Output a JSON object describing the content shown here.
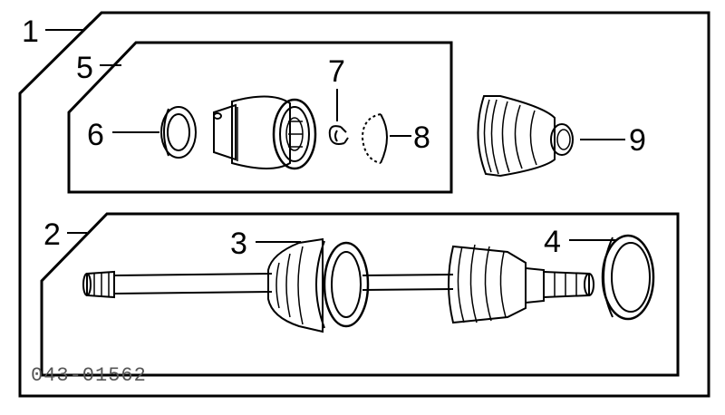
{
  "diagram": {
    "part_code": "043-01562",
    "callouts": [
      {
        "id": "1",
        "label": "1"
      },
      {
        "id": "2",
        "label": "2"
      },
      {
        "id": "3",
        "label": "3"
      },
      {
        "id": "4",
        "label": "4"
      },
      {
        "id": "5",
        "label": "5"
      },
      {
        "id": "6",
        "label": "6"
      },
      {
        "id": "7",
        "label": "7"
      },
      {
        "id": "8",
        "label": "8"
      },
      {
        "id": "9",
        "label": "9"
      }
    ]
  }
}
